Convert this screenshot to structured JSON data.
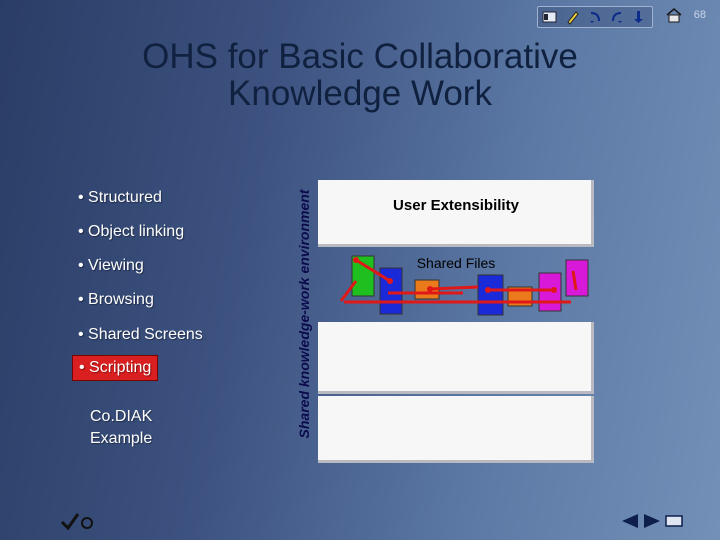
{
  "slide_number": "68",
  "title": "OHS for Basic Collaborative Knowledge Work",
  "bullets": [
    {
      "label": "• Structured"
    },
    {
      "label": "• Object linking"
    },
    {
      "label": "• Viewing"
    },
    {
      "label": "• Browsing"
    },
    {
      "label": "• Shared Screens"
    },
    {
      "label": "• Scripting"
    }
  ],
  "example_lines": [
    "Co.DIAK",
    "Example"
  ],
  "vertical_label": "Shared knowledge-work environment",
  "diagram": {
    "top_panel_label": "User Extensibility",
    "shared_label": "Shared Files",
    "colors": {
      "magenta": "#d81ad8",
      "green": "#1fbf1f",
      "blue": "#1a2ad8",
      "orange": "#ea7a1a",
      "link": "#e01818"
    }
  },
  "toolbar": {
    "icons": [
      "slide-list-icon",
      "pen-icon",
      "step-back-icon",
      "step-forward-icon",
      "play-icon"
    ],
    "home_icon": "home-icon"
  },
  "nav": {
    "icons": [
      "previous-slide-icon",
      "next-slide-icon",
      "screen-icon"
    ]
  }
}
